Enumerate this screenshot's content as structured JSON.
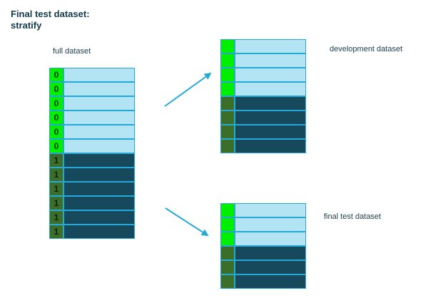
{
  "title": {
    "line1": "Final test dataset:",
    "line2": "stratify"
  },
  "full": {
    "label": "full dataset",
    "labels_col": [
      "0",
      "0",
      "0",
      "0",
      "0",
      "0",
      "1",
      "1",
      "1",
      "1",
      "1",
      "1"
    ]
  },
  "dev": {
    "label": "development dataset",
    "classes": [
      0,
      0,
      0,
      0,
      1,
      1,
      1,
      1
    ]
  },
  "test": {
    "label": "final test dataset",
    "classes": [
      0,
      0,
      0,
      1,
      1,
      1
    ]
  },
  "colors": {
    "class0_key": "#00ee00",
    "class1_key": "#3b6e2a",
    "class0_row": "#b3e4f3",
    "class1_row": "#17495d",
    "border": "#27a9d8",
    "arrow": "#27a9d8"
  }
}
